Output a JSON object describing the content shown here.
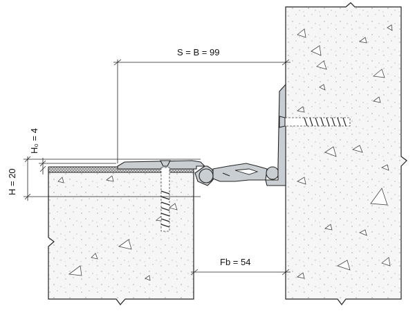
{
  "dimensions": {
    "s_b": "S = B = 99",
    "h": "H = 20",
    "h0": "H₀ = 4",
    "fb": "Fb = 54"
  },
  "colors": {
    "concrete_fill": "#f6f6f6",
    "profile_fill": "#c9ced2",
    "line": "#222222"
  }
}
